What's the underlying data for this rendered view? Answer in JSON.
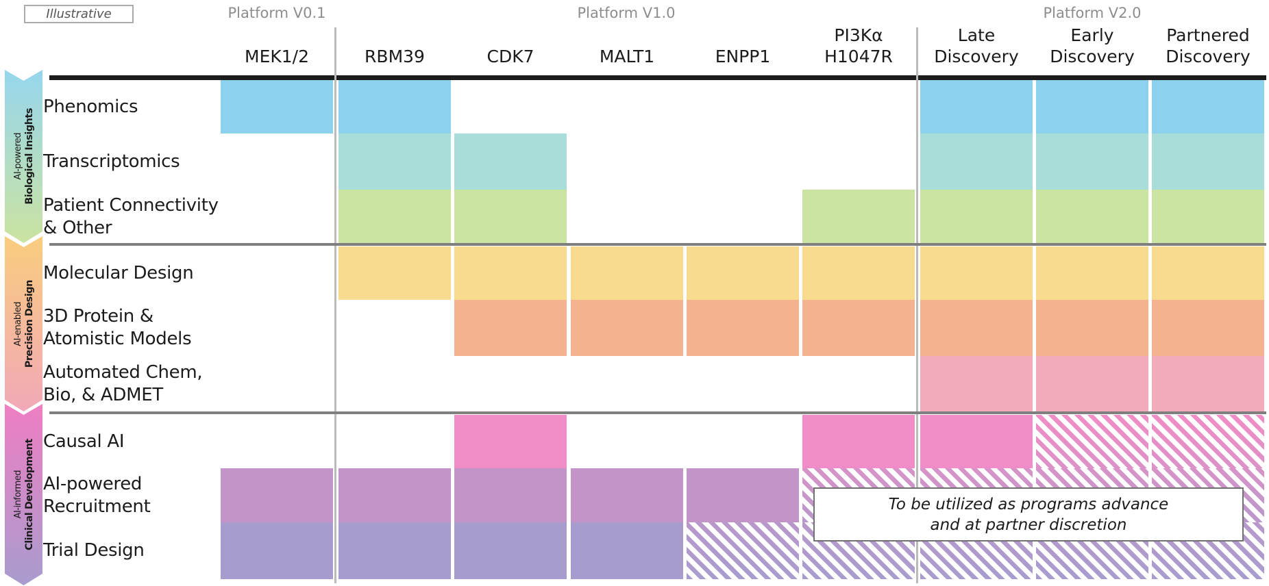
{
  "illustrative_label": "Illustrative",
  "platform_headers": [
    "Platform V0.1",
    "Platform V1.0",
    "Platform V2.0"
  ],
  "columns": [
    {
      "id": "mek12",
      "lines": [
        "MEK1/2"
      ]
    },
    {
      "id": "rbm39",
      "lines": [
        "RBM39"
      ]
    },
    {
      "id": "cdk7",
      "lines": [
        "CDK7"
      ]
    },
    {
      "id": "malt1",
      "lines": [
        "MALT1"
      ]
    },
    {
      "id": "enpp1",
      "lines": [
        "ENPP1"
      ]
    },
    {
      "id": "pi3ka-h1047r",
      "lines": [
        "PI3Kα",
        "H1047R"
      ]
    },
    {
      "id": "late-discovery",
      "lines": [
        "Late",
        "Discovery"
      ]
    },
    {
      "id": "early-discovery",
      "lines": [
        "Early",
        "Discovery"
      ]
    },
    {
      "id": "partnered-discovery",
      "lines": [
        "Partnered",
        "Discovery"
      ]
    }
  ],
  "sections": [
    {
      "id": "biological-insights",
      "arrow_line1": "AI-powered",
      "arrow_line2": "Biological Insights",
      "arrow_gradient": [
        "#96D6EE",
        "#CBE3A1"
      ],
      "rows": [
        {
          "id": "phenomics",
          "lines": [
            "Phenomics"
          ],
          "color": "#8CD1ED",
          "cells": [
            "S",
            "S",
            "",
            "",
            "",
            "",
            "S",
            "S",
            "S"
          ]
        },
        {
          "id": "transcriptomics",
          "lines": [
            "Transcriptomics"
          ],
          "color": "#A8DDDA",
          "cells": [
            "",
            "S",
            "S",
            "",
            "",
            "",
            "S",
            "S",
            "S"
          ]
        },
        {
          "id": "patient-connectivity",
          "lines": [
            "Patient Connectivity",
            "& Other"
          ],
          "color": "#CCE4A2",
          "cells": [
            "",
            "S",
            "S",
            "",
            "",
            "S",
            "S",
            "S",
            "S"
          ]
        }
      ]
    },
    {
      "id": "precision-design",
      "arrow_line1": "AI-enabled",
      "arrow_line2": "Precision Design",
      "arrow_gradient": [
        "#F9CD7E",
        "#F2A8B8"
      ],
      "rows": [
        {
          "id": "molecular-design",
          "lines": [
            "Molecular Design"
          ],
          "color": "#F8DB8E",
          "cells": [
            "",
            "S",
            "S",
            "S",
            "S",
            "S",
            "S",
            "S",
            "S"
          ]
        },
        {
          "id": "3d-protein-atomistic-models",
          "lines": [
            "3D Protein &",
            "Atomistic Models"
          ],
          "color": "#F5B28F",
          "cells": [
            "",
            "",
            "S",
            "S",
            "S",
            "S",
            "S",
            "S",
            "S"
          ]
        },
        {
          "id": "automated-chem-bio-admet",
          "lines": [
            "Automated Chem,",
            "Bio, & ADMET"
          ],
          "color": "#F3AABB",
          "cells": [
            "",
            "",
            "",
            "",
            "",
            "",
            "S",
            "S",
            "S"
          ]
        }
      ]
    },
    {
      "id": "clinical-development",
      "arrow_line1": "AI-informed",
      "arrow_line2": "Clinical Development",
      "arrow_gradient": [
        "#EF7EC2",
        "#A89CCE"
      ],
      "rows": [
        {
          "id": "causal-ai",
          "lines": [
            "Causal AI"
          ],
          "color": "#F08CC7",
          "hatch": [
            "#F18CC6",
            "#DC92C7"
          ],
          "cells": [
            "",
            "",
            "S",
            "",
            "",
            "S",
            "S",
            "H",
            "H"
          ]
        },
        {
          "id": "ai-powered-recruitment",
          "lines": [
            "AI-powered",
            "Recruitment"
          ],
          "color": "#C294C8",
          "hatch": [
            "#D893C8",
            "#B998CB"
          ],
          "cells": [
            "S",
            "S",
            "S",
            "S",
            "S",
            "H",
            "H",
            "H",
            "H"
          ]
        },
        {
          "id": "trial-design",
          "lines": [
            "Trial Design"
          ],
          "color": "#A89CCE",
          "hatch": [
            "#B998CB",
            "#A89CCE"
          ],
          "cells": [
            "S",
            "S",
            "S",
            "S",
            "H",
            "H",
            "H",
            "H",
            "H"
          ]
        }
      ]
    }
  ],
  "note_box": {
    "line1": "To be utilized as programs advance",
    "line2": "and at partner discretion"
  }
}
